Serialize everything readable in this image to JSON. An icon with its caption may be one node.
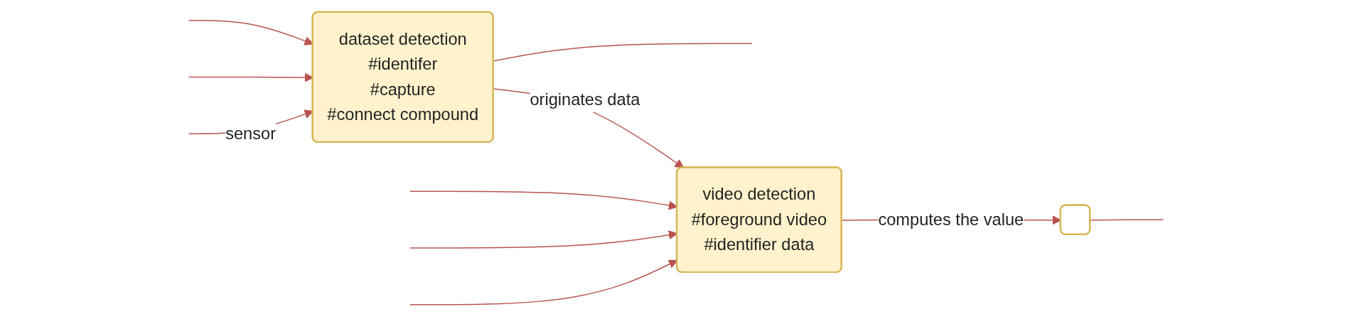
{
  "diagram": {
    "nodes": [
      {
        "text": [
          "dataset detection",
          "#identifer",
          "#capture",
          "#connect compound"
        ]
      },
      {
        "text": [
          "video detection",
          "#foreground video",
          "#identifier data"
        ]
      },
      {
        "text": [],
        "shape": "box"
      }
    ],
    "edges": [
      {
        "from": null,
        "to": 0,
        "arrow": "to",
        "label": "sensor"
      },
      {
        "from": null,
        "to": 1,
        "arrow": "to"
      },
      {
        "from": null,
        "to": 1,
        "arrow": "to"
      },
      {
        "from": 0,
        "to": 1,
        "arrow": "to",
        "label": "originates data"
      },
      {
        "from": 1,
        "to": 2,
        "arrow": "to",
        "label": "computes the value"
      },
      {
        "from": 0,
        "to": null,
        "arrow": "none"
      },
      {
        "from": null,
        "to": 0,
        "arrow": "to"
      },
      {
        "from": null,
        "to": 0,
        "arrow": "to"
      },
      {
        "from": null,
        "to": 1,
        "arrow": "to"
      },
      {
        "from": 2,
        "to": null,
        "arrow": "none"
      }
    ]
  }
}
